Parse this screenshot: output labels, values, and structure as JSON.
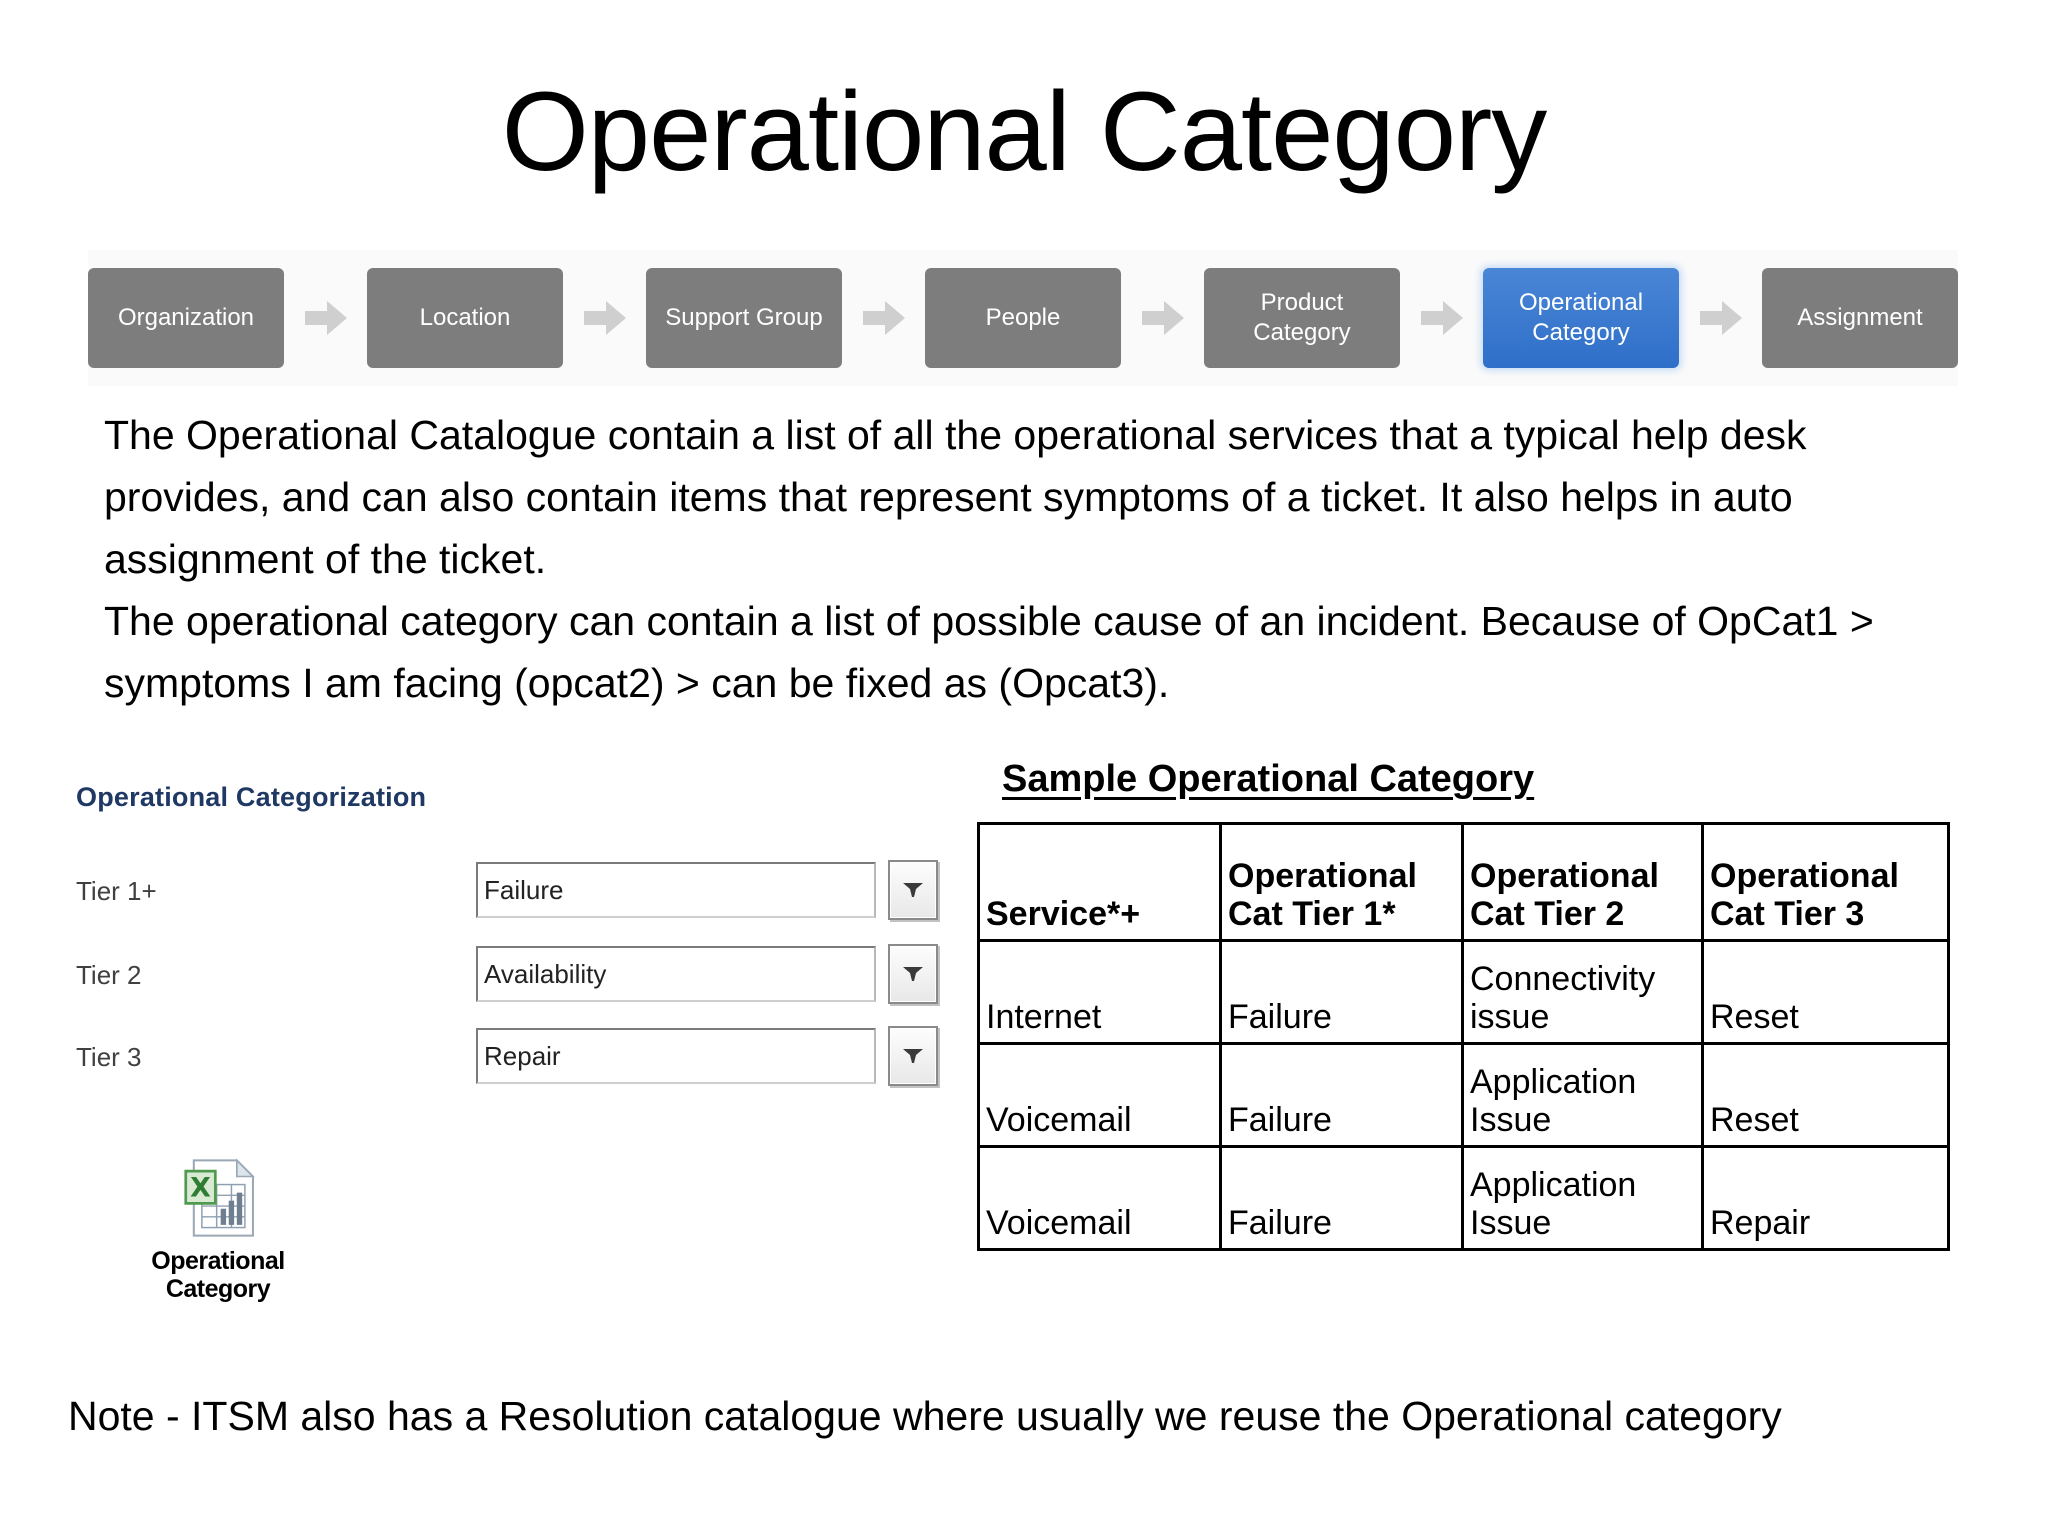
{
  "slide": {
    "title": "Operational Category"
  },
  "breadcrumb": {
    "arrow_icon": "right-arrow-icon",
    "active_color": "#3b7dd8",
    "inactive_color": "#7d7d7d",
    "items": [
      {
        "label": "Organization",
        "active": false,
        "width": 196
      },
      {
        "label": "Location",
        "active": false,
        "width": 196
      },
      {
        "label": "Support Group",
        "active": false,
        "width": 196
      },
      {
        "label": "People",
        "active": false,
        "width": 196
      },
      {
        "label": "Product Category",
        "active": false,
        "width": 196
      },
      {
        "label": "Operational Category",
        "active": true,
        "width": 196
      },
      {
        "label": "Assignment",
        "active": false,
        "width": 196
      }
    ]
  },
  "body": {
    "paragraph_1": "The Operational Catalogue contain a list of all the operational services that a typical help desk provides, and can also contain items that represent symptoms of a ticket. It also helps in auto assignment of the ticket.",
    "paragraph_2": "The operational category can contain a list of possible cause of an incident. Because of OpCat1 > symptoms I am facing (opcat2) > can be fixed as (Opcat3)."
  },
  "form": {
    "heading": "Operational Categorization",
    "heading_color": "#1f3864",
    "dropdown_icon": "chevron-down-icon",
    "rows": [
      {
        "label": "Tier 1+",
        "value": "Failure"
      },
      {
        "label": "Tier 2",
        "value": "Availability"
      },
      {
        "label": "Tier 3",
        "value": "Repair"
      }
    ]
  },
  "excel_shortcut": {
    "icon": "excel-spreadsheet-icon",
    "caption_line_1": "Operational",
    "caption_line_2": "Category"
  },
  "sample_table": {
    "heading": "Sample Operational Category",
    "columns": [
      "Service*+",
      "Operational Cat Tier 1*",
      "Operational Cat Tier 2",
      "Operational Cat Tier 3"
    ],
    "rows": [
      [
        "Internet",
        "Failure",
        "Connectivity issue",
        "Reset"
      ],
      [
        "Voicemail",
        "Failure",
        "Application Issue",
        "Reset"
      ],
      [
        "Voicemail",
        "Failure",
        "Application Issue",
        "Repair"
      ]
    ]
  },
  "footer": {
    "note": "Note - ITSM also has a Resolution catalogue where usually we reuse the Operational category"
  }
}
